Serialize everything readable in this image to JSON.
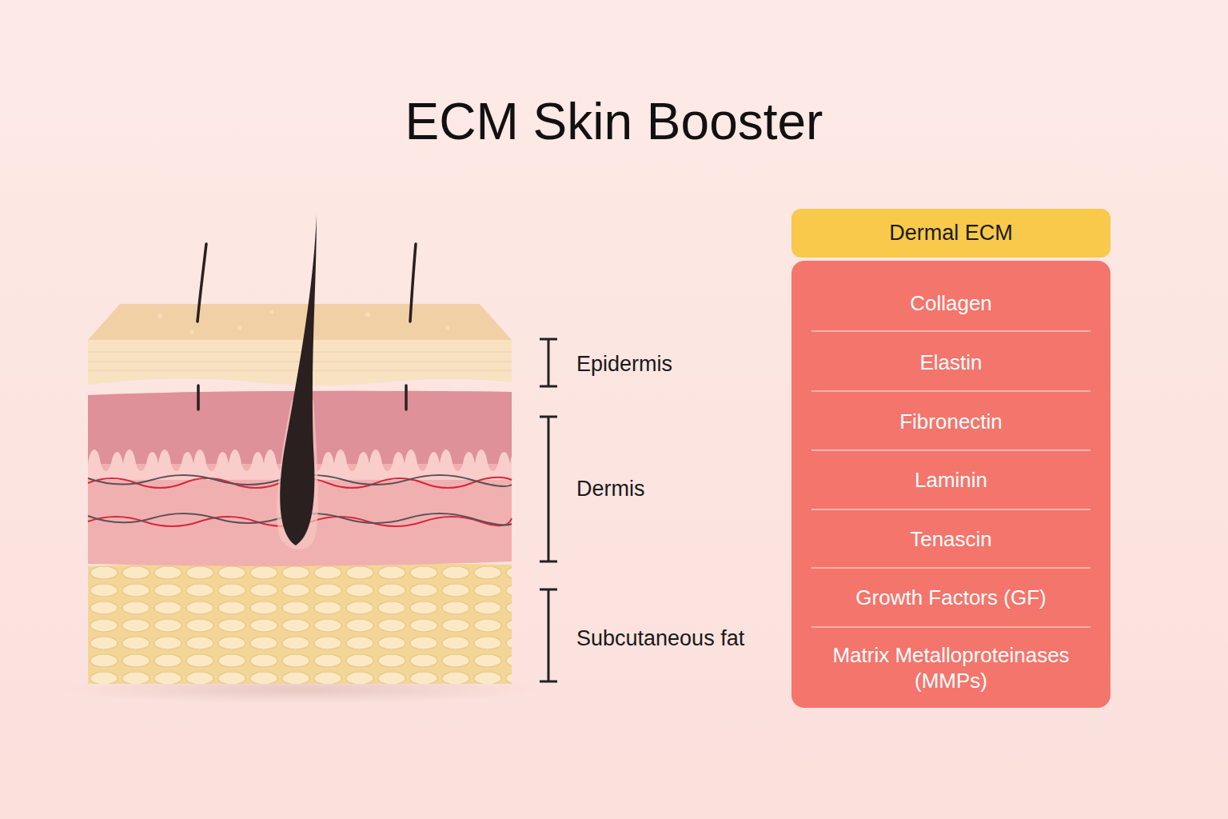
{
  "diagram": {
    "title": "ECM Skin Booster",
    "nodes": [
      {
        "text": [
          "Dermal ECM"
        ]
      },
      {
        "text": [
          "Collagen",
          "Elastin",
          "Fibronectin",
          "Laminin",
          "Tenascin",
          "Growth Factors (GF)",
          "Matrix Metalloproteinases (MMPs)"
        ]
      }
    ],
    "labels": [
      "Epidermis",
      "Dermis",
      "Subcutaneous fat"
    ]
  }
}
